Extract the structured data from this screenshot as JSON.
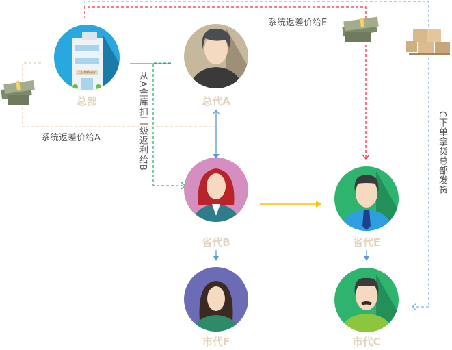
{
  "nodes": {
    "hq": {
      "label": "总部",
      "color": "#29a8e0"
    },
    "a": {
      "label": "总代A",
      "color": "#c6b89c"
    },
    "b": {
      "label": "省代B",
      "color": "#d48fc0"
    },
    "e": {
      "label": "省代E",
      "color": "#2fb46f"
    },
    "f": {
      "label": "市代F",
      "color": "#6c6cb6"
    },
    "c": {
      "label": "市代C",
      "color": "#2fb46f"
    }
  },
  "notes": {
    "rebate_a": "系统返差价给A",
    "rebate_e": "系统返差价给E",
    "deduct_b": "从A金库扣三级返利给B",
    "ship_c": "C下单拿货总部发货"
  },
  "building_sign": "COMPANY"
}
